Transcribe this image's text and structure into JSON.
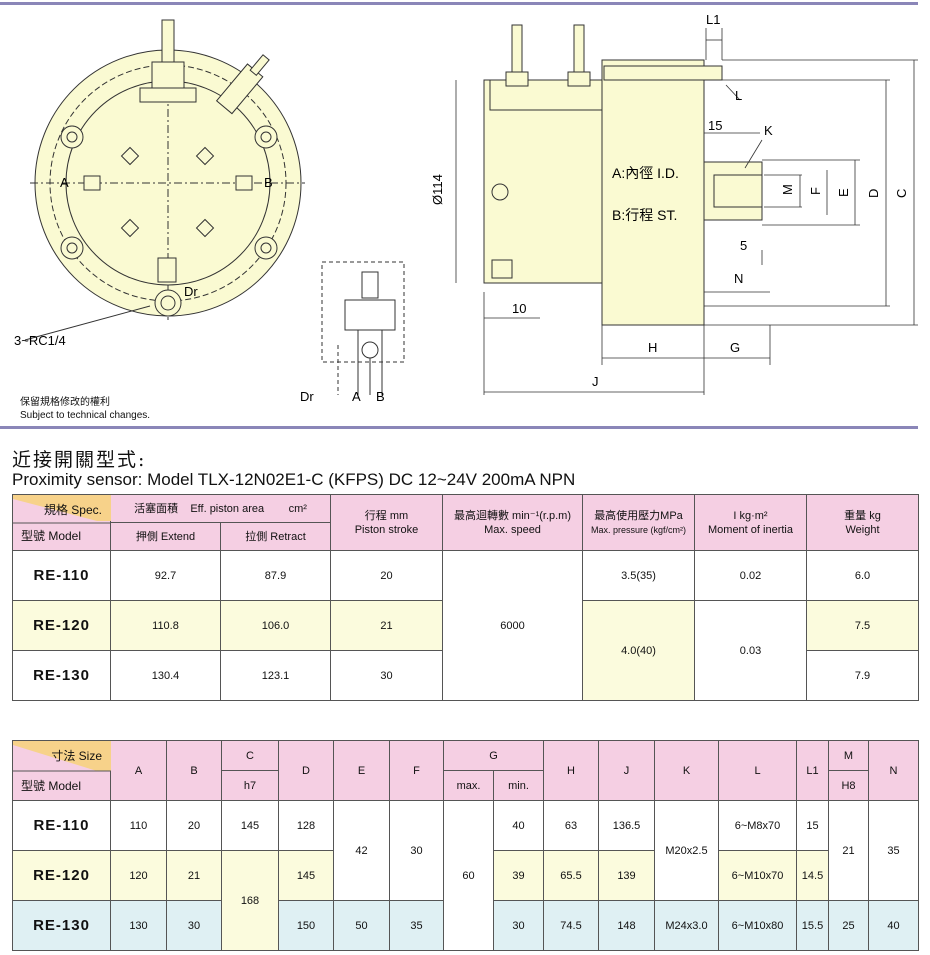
{
  "drawing": {
    "side_labels": {
      "A": "A",
      "B": "B",
      "Dr": "Dr",
      "port_note": "3~RC1/4"
    },
    "dims": {
      "dia": "Ø114",
      "L1": "L1",
      "L": "L",
      "K": "K",
      "d15": "15",
      "d5": "5",
      "d10": "10",
      "N": "N",
      "M": "M",
      "F": "F",
      "E": "E",
      "D": "D",
      "C": "C",
      "H": "H",
      "G": "G",
      "J": "J"
    },
    "inner_label": "A:內徑 I.D.",
    "stroke_label": "B:行程 ST.",
    "schematic_labels": {
      "Dr": "Dr",
      "A": "A",
      "B": "B"
    }
  },
  "notes": {
    "cn": "保留規格修改的權利",
    "en": "Subject to technical changes."
  },
  "heading_cn": "近接開關型式:",
  "heading_en": "Proximity sensor: Model TLX-12N02E1-C (KFPS) DC 12~24V 200mA NPN",
  "table1": {
    "corner_spec": "規格  Spec.",
    "corner_model": "型號  Model",
    "area_cn": "活塞面積",
    "area_en": "Eff. piston area",
    "area_unit": "cm²",
    "extend": "押側    Extend",
    "retract": "拉側    Retract",
    "stroke": "行程        mm",
    "stroke_en": "Piston stroke",
    "speed": "最高迴轉數 min⁻¹(r.p.m)",
    "speed_en": "Max. speed",
    "pressure": "最高使用壓力MPa",
    "pressure_en": "Max. pressure (kgf/cm²)",
    "inertia": "I        kg·m²",
    "inertia_en": "Moment of inertia",
    "weight": "重量         kg",
    "weight_en": "Weight",
    "rows": [
      {
        "model": "RE-110",
        "extend": "92.7",
        "retract": "87.9",
        "stroke": "20",
        "weight": "6.0"
      },
      {
        "model": "RE-120",
        "extend": "110.8",
        "retract": "106.0",
        "stroke": "21",
        "weight": "7.5"
      },
      {
        "model": "RE-130",
        "extend": "130.4",
        "retract": "123.1",
        "stroke": "30",
        "weight": "7.9"
      }
    ],
    "speed_all": "6000",
    "pressure_110": "3.5(35)",
    "pressure_120_130": "4.0(40)",
    "inertia_110": "0.02",
    "inertia_120_130": "0.03"
  },
  "table2": {
    "corner_size": "寸法 Size",
    "corner_model": "型號 Model",
    "headers": {
      "A": "A",
      "B": "B",
      "C": "C",
      "C_sub": "h7",
      "D": "D",
      "E": "E",
      "F": "F",
      "G": "G",
      "G_max": "max.",
      "G_min": "min.",
      "H": "H",
      "J": "J",
      "K": "K",
      "L": "L",
      "L1": "L1",
      "M": "M",
      "M_sub": "H8",
      "N": "N"
    },
    "rows": [
      {
        "model": "RE-110",
        "A": "110",
        "B": "20",
        "C": "145",
        "D": "128",
        "Gmin": "40",
        "H": "63",
        "J": "136.5",
        "L": "6~M8x70",
        "L1": "15"
      },
      {
        "model": "RE-120",
        "A": "120",
        "B": "21",
        "D": "145",
        "Gmin": "39",
        "H": "65.5",
        "J": "139",
        "L": "6~M10x70",
        "L1": "14.5"
      },
      {
        "model": "RE-130",
        "A": "130",
        "B": "30",
        "D": "150",
        "E": "50",
        "F": "35",
        "Gmin": "30",
        "H": "74.5",
        "J": "148",
        "K": "M24x3.0",
        "L": "6~M10x80",
        "L1": "15.5",
        "M": "25",
        "N": "40"
      }
    ],
    "merged": {
      "C_120_130": "168",
      "E_110_120": "42",
      "F_110_120": "30",
      "Gmax_all": "60",
      "K_110_120": "M20x2.5",
      "M_110_120": "21",
      "N_110_120": "35"
    }
  },
  "colors": {
    "body": "#fafad2",
    "rule": "#8a86b8",
    "pink": "#f5cfe3",
    "yellow": "#fbfbdd",
    "cyan": "#dff0f3"
  }
}
